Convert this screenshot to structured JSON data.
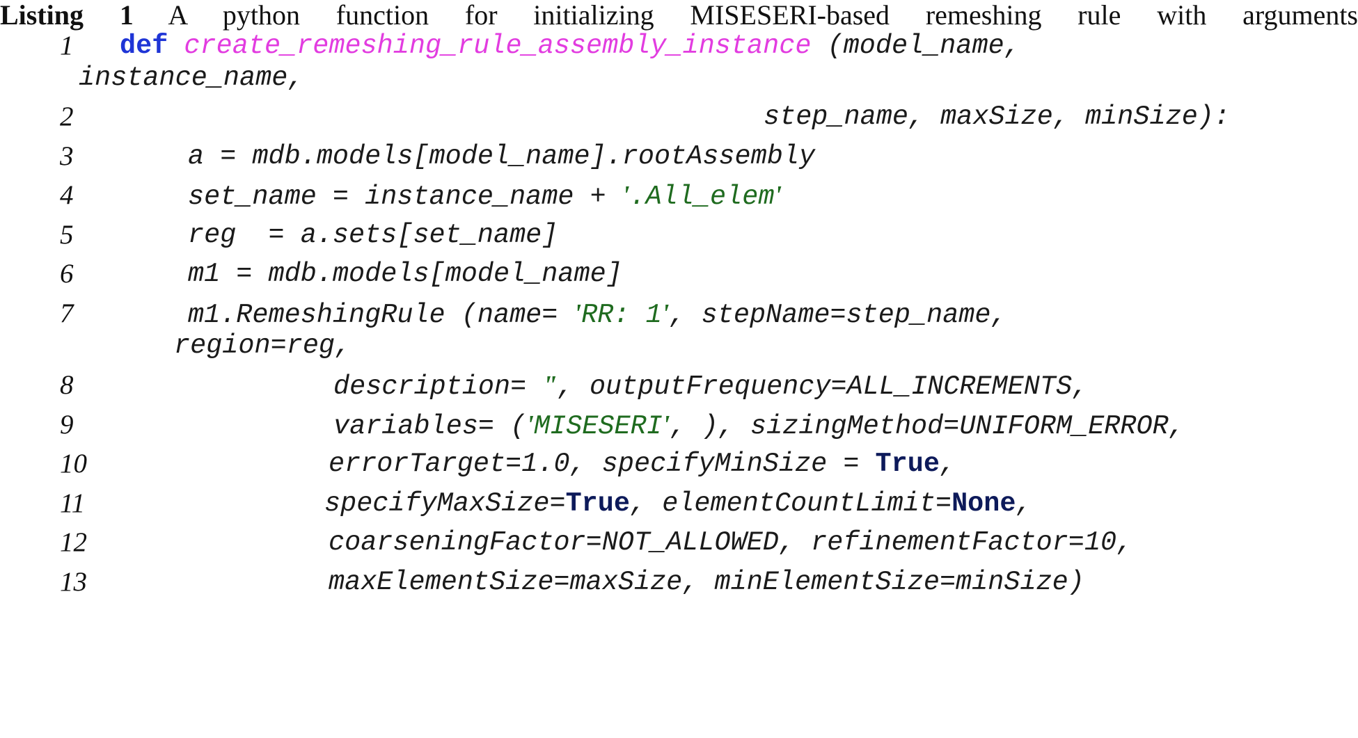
{
  "caption": {
    "label": "Listing 1",
    "text": "A python function for initializing MISESERI-based remeshing rule with arguments"
  },
  "code": {
    "lines": [
      {
        "n": "1",
        "parts": {
          "kw": "def",
          "sp": " ",
          "fn": "create_remeshing_rule_assembly_instance",
          "rest": " (model_name,"
        },
        "cont": "instance_name,"
      },
      {
        "n": "2",
        "text": "step_name, maxSize, minSize):"
      },
      {
        "n": "3",
        "text": "a = mdb.models[model_name].rootAssembly"
      },
      {
        "n": "4",
        "parts": {
          "pre": "set_name = instance_name + ",
          "q": "'",
          "str": ".All_elem",
          "q2": "'"
        }
      },
      {
        "n": "5",
        "text": "reg  = a.sets[set_name]"
      },
      {
        "n": "6",
        "text": "m1 = mdb.models[model_name]"
      },
      {
        "n": "7",
        "parts": {
          "pre": "m1.RemeshingRule (name= ",
          "q": "'",
          "str": "RR: 1",
          "q2": "'",
          "post": ", stepName=step_name,"
        },
        "cont": "region=reg,"
      },
      {
        "n": "8",
        "parts": {
          "pre": "description= ",
          "q": "\"",
          "post": ", outputFrequency=ALL_INCREMENTS,"
        }
      },
      {
        "n": "9",
        "parts": {
          "pre": "variables= (",
          "q": "'",
          "str": "MISESERI",
          "q2": "'",
          "post": ", ), sizingMethod=UNIFORM_ERROR,"
        }
      },
      {
        "n": "10",
        "parts": {
          "pre": "errorTarget=1.0, specifyMinSize = ",
          "c1": "True",
          "post": ","
        }
      },
      {
        "n": "11",
        "parts": {
          "pre": "specifyMaxSize=",
          "c1": "True",
          "mid": ", elementCountLimit=",
          "c2": "None",
          "post": ","
        }
      },
      {
        "n": "12",
        "text": "coarseningFactor=NOT_ALLOWED, refinementFactor=10,"
      },
      {
        "n": "13",
        "text": "maxElementSize=maxSize, minElementSize=minSize)"
      }
    ]
  }
}
